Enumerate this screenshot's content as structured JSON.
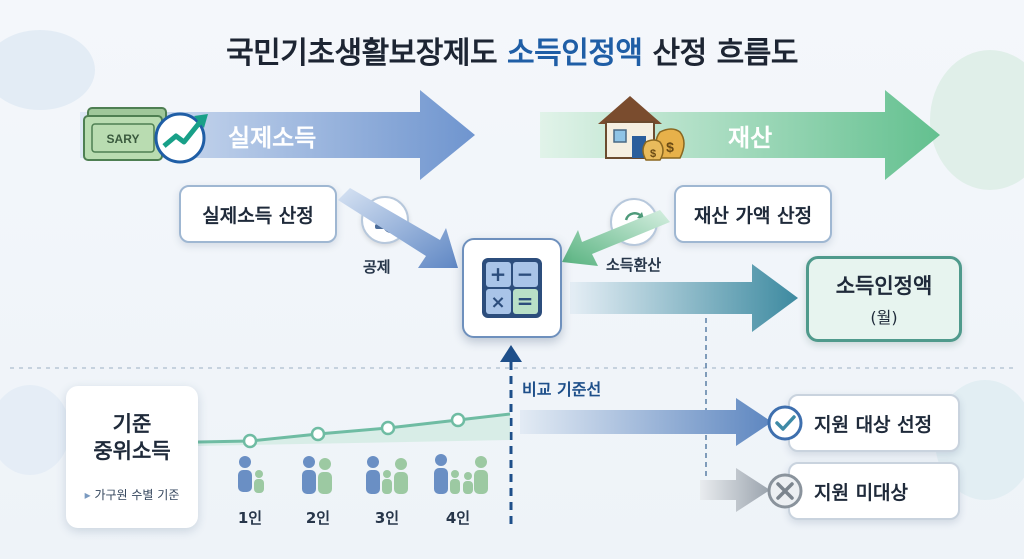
{
  "title": {
    "prefix": "국민기초생활보장제도 ",
    "highlight": "소득인정액",
    "suffix": " 산정 흐름도"
  },
  "income": {
    "arrow_label": "실제소득",
    "bill_text": "SARY",
    "calc_box": "실제소득 산정",
    "deduction_label": "공제"
  },
  "property": {
    "arrow_label": "재산",
    "calc_box": "재산 가액 산정",
    "conversion_label": "소득환산"
  },
  "result": {
    "title": "소득인정액",
    "subtitle": "(월)"
  },
  "comparison_label": "비교 기준선",
  "median_income": {
    "title_line1": "기준",
    "title_line2": "중위소득",
    "note": "가구원 수별 기준",
    "households": [
      "1인",
      "2인",
      "3인",
      "4인"
    ]
  },
  "outcomes": {
    "selected": "지원 대상 선정",
    "not_selected": "지원 미대상"
  },
  "colors": {
    "income_arrow": "#6f95cf",
    "property_arrow": "#63c08f",
    "result_border": "#4f9a8c",
    "highlight": "#1f5ea6",
    "dashed_line": "#1e4f8a"
  }
}
